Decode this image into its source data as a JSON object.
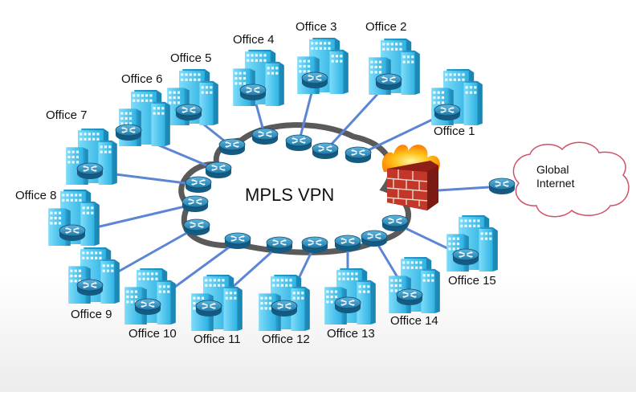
{
  "cloud_label": "MPLS VPN",
  "internet_label": [
    "Global",
    "Internet"
  ],
  "offices": [
    "Office 1",
    "Office 2",
    "Office 3",
    "Office 4",
    "Office 5",
    "Office 6",
    "Office 7",
    "Office 8",
    "Office 9",
    "Office 10",
    "Office 11",
    "Office 12",
    "Office 13",
    "Office 14",
    "Office 15"
  ],
  "colors": {
    "link": "#5b86d6",
    "router": "#1d6f9a",
    "building": "#4dc6ee",
    "cloud_border": "#555555",
    "internet_cloud_border": "#d0506a"
  }
}
